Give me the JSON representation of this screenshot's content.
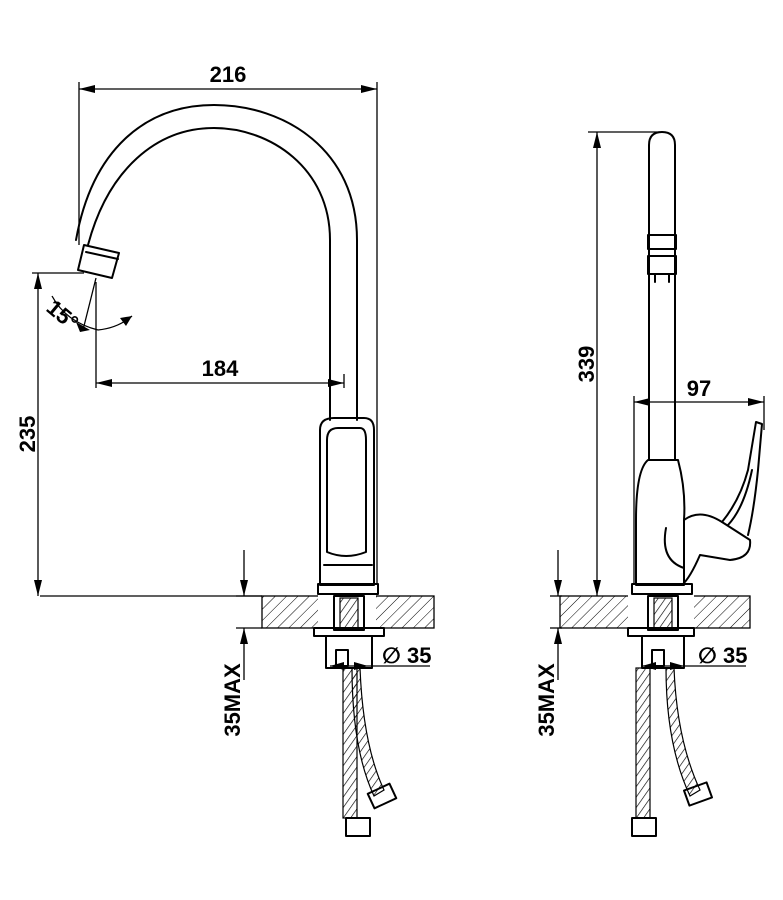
{
  "front_view": {
    "dim_width": "216",
    "dim_reach": "184",
    "dim_height": "235",
    "dim_angle": "15°",
    "dim_max_thickness": "35MAX",
    "dim_hole": "∅ 35"
  },
  "side_view": {
    "dim_height": "339",
    "dim_handle": "97",
    "dim_max_thickness": "35MAX",
    "dim_hole": "∅ 35"
  }
}
